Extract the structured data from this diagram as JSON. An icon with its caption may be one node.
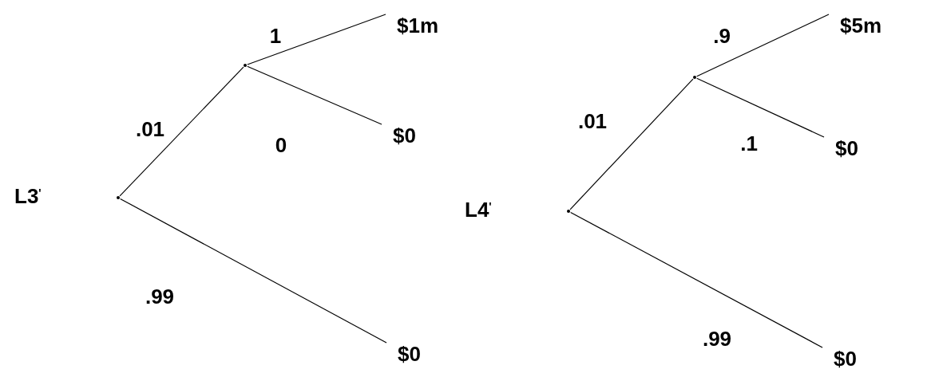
{
  "diagram": {
    "nodes": [
      {
        "text": [],
        "shape": "point",
        "beside": [
          "L3$^{'}$"
        ]
      },
      {
        "text": [],
        "shape": "point"
      },
      {
        "text": [
          "$1m"
        ]
      },
      {
        "text": [
          "$0"
        ]
      },
      {
        "text": [
          "$0"
        ]
      },
      {
        "text": [],
        "shape": "point",
        "beside": [
          "L4$^{'}$"
        ]
      },
      {
        "text": [],
        "shape": "point"
      },
      {
        "text": [
          "$5m"
        ]
      },
      {
        "text": [
          "$0"
        ]
      },
      {
        "text": [
          "$0"
        ]
      }
    ],
    "edges": [
      {
        "from": 0,
        "to": 1,
        "arrow": "none",
        "label": ".01"
      },
      {
        "from": 1,
        "to": 2,
        "arrow": "none",
        "label": "1"
      },
      {
        "from": 1,
        "to": 3,
        "arrow": "none",
        "label": "0"
      },
      {
        "from": 0,
        "to": 4,
        "arrow": "none",
        "label": ".99"
      },
      {
        "from": 5,
        "to": 6,
        "arrow": "none",
        "label": ".01"
      },
      {
        "from": 6,
        "to": 7,
        "arrow": "none",
        "label": ".9"
      },
      {
        "from": 6,
        "to": 8,
        "arrow": "none",
        "label": ".1"
      },
      {
        "from": 5,
        "to": 9,
        "arrow": "none",
        "label": ".99"
      }
    ]
  }
}
